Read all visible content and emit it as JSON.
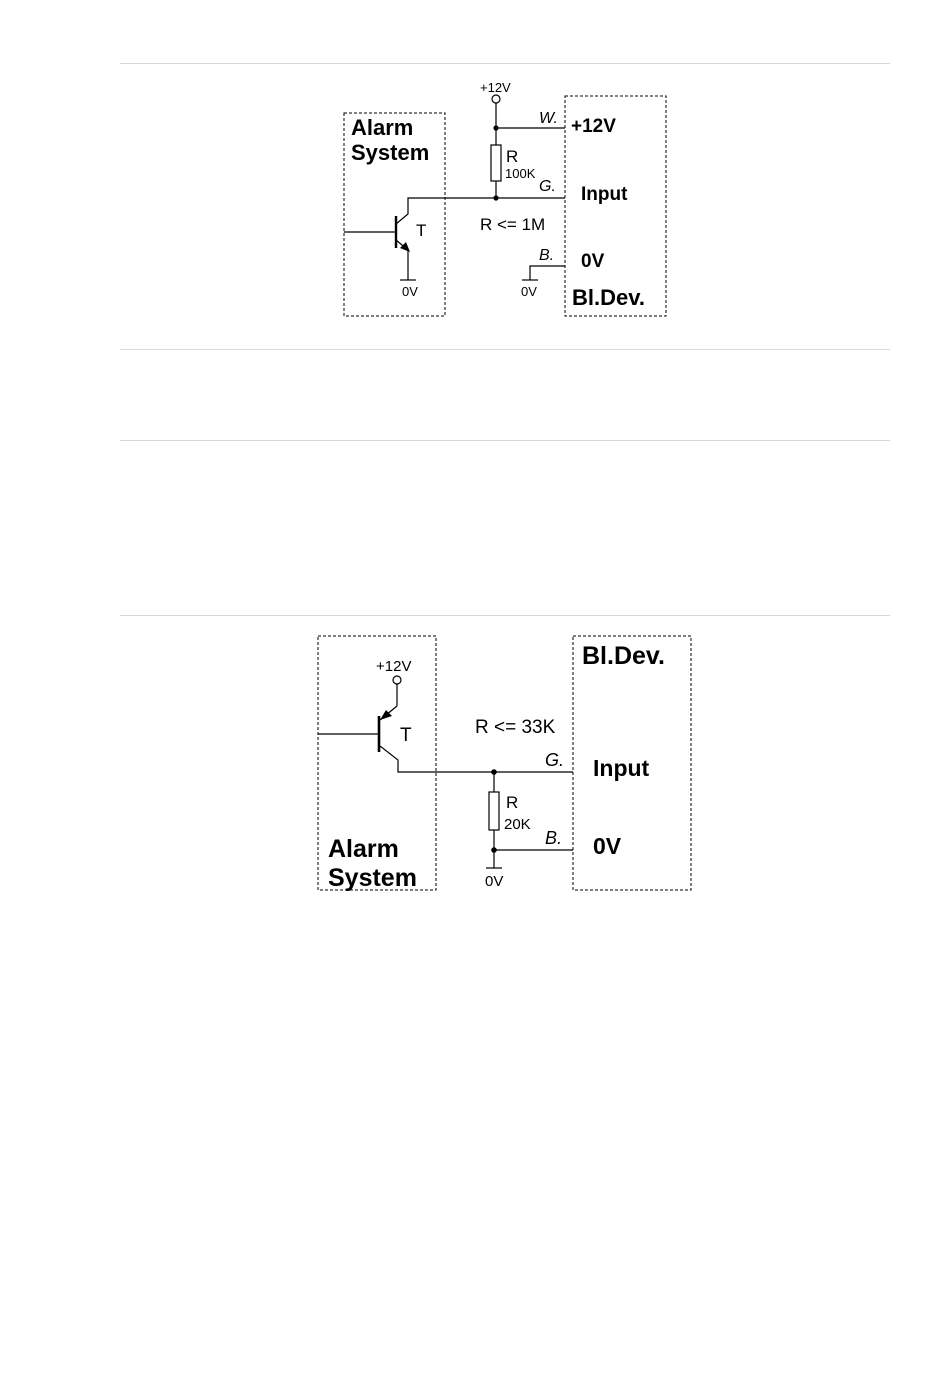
{
  "diagram1": {
    "alarm_line1": "Alarm",
    "alarm_line2": "System",
    "supply": "+12V",
    "ground_transistor": "0V",
    "ground_device": "0V",
    "transistor": "T",
    "resistor_name": "R",
    "resistor_value": "100K",
    "resistor_limit": "R <= 1M",
    "wire_w": "W.",
    "wire_g": "G.",
    "wire_b": "B.",
    "pin_supply": "+12V",
    "pin_input": "Input",
    "pin_ground": "0V",
    "device": "Bl.Dev."
  },
  "diagram2": {
    "alarm_line1": "Alarm",
    "alarm_line2": "System",
    "supply": "+12V",
    "ground": "0V",
    "transistor": "T",
    "resistor_name": "R",
    "resistor_value": "20K",
    "resistor_limit": "R <= 33K",
    "wire_g": "G.",
    "wire_b": "B.",
    "pin_input": "Input",
    "pin_ground": "0V",
    "device": "Bl.Dev."
  }
}
